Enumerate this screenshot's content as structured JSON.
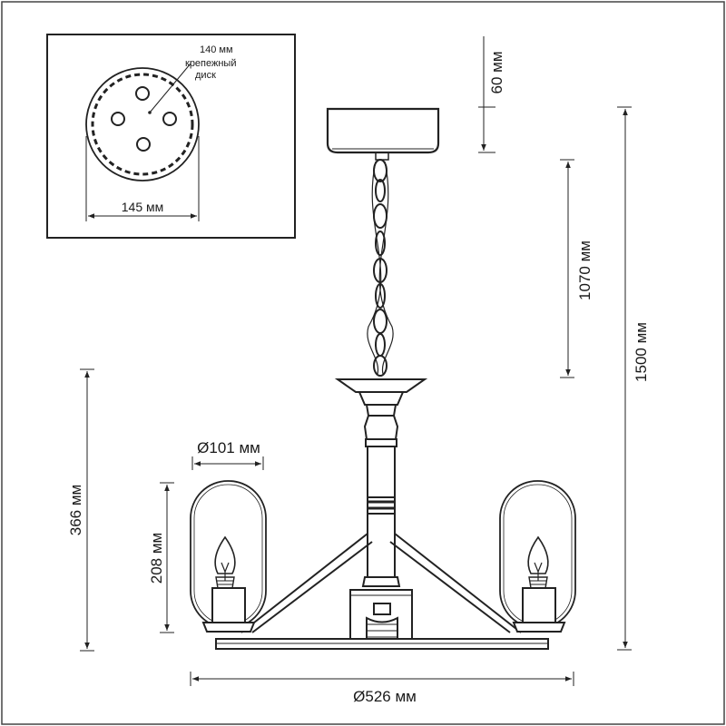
{
  "drawing": {
    "inset": {
      "plate_label_size": "140 мм",
      "plate_label_line1": "крепежный",
      "plate_label_line2": "диск",
      "width_label": "145 мм"
    },
    "dimensions": {
      "canopy_height": "60 мм",
      "chain_length": "1070 мм",
      "total_height": "1500 мм",
      "shade_diameter": "Ø101 мм",
      "body_height": "366 мм",
      "shade_height": "208 мм",
      "total_diameter": "Ø526 мм"
    }
  }
}
